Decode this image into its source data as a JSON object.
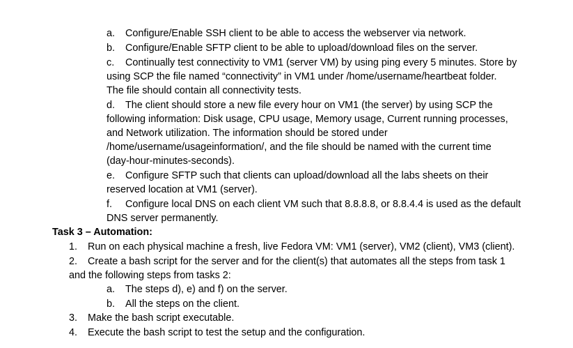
{
  "subtasks": [
    {
      "marker": "a.",
      "lines": [
        "Configure/Enable SSH client to be able to access the webserver via network."
      ]
    },
    {
      "marker": "b.",
      "lines": [
        "Configure/Enable SFTP client to be able to upload/download files on the server."
      ]
    },
    {
      "marker": "c.",
      "lines": [
        "Continually test connectivity to VM1 (server VM) by using ping every 5 minutes. Store by",
        "using SCP the file named “connectivity” in VM1 under /home/username/heartbeat folder.",
        "The file should contain all connectivity tests."
      ]
    },
    {
      "marker": "d.",
      "lines": [
        "The client should store a new file every hour on VM1 (the server) by using SCP the",
        "following information: Disk usage, CPU usage, Memory usage, Current running processes,",
        "and Network utilization. The information should be stored under",
        "/home/username/usageinformation/, and the file should be named with the current time",
        "(day-hour-minutes-seconds)."
      ]
    },
    {
      "marker": "e.",
      "lines": [
        "Configure SFTP such that clients can upload/download all the labs sheets on their",
        "reserved location at VM1 (server)."
      ]
    },
    {
      "marker": "f.",
      "lines": [
        "Configure local DNS on each client VM such that 8.8.8.8, or 8.8.4.4 is used as the default",
        "DNS server permanently."
      ]
    }
  ],
  "task3": {
    "heading": "Task 3 – Automation:",
    "items": [
      {
        "marker": "1.",
        "lines": [
          "Run on each physical machine a fresh, live Fedora VM: VM1 (server), VM2 (client), VM3 (client)."
        ]
      },
      {
        "marker": "2.",
        "lines": [
          "Create a bash script for the server and for the client(s) that automates all the steps from task 1",
          "and the following steps from tasks 2:"
        ],
        "subitems": [
          {
            "marker": "a.",
            "text": "The steps d), e) and f) on the server."
          },
          {
            "marker": "b.",
            "text": "All the steps on the client."
          }
        ]
      },
      {
        "marker": "3.",
        "lines": [
          "Make the bash script executable."
        ]
      },
      {
        "marker": "4.",
        "lines": [
          "Execute the bash script to test the setup and the configuration."
        ]
      }
    ]
  }
}
